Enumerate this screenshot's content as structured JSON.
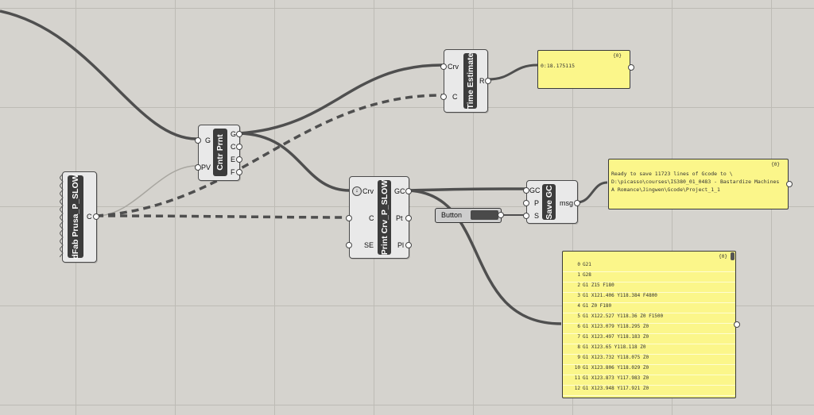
{
  "components": {
    "dfab": {
      "label": "dFab Prusa_P_SLOW",
      "out": "C"
    },
    "cntr": {
      "label": "Cntr Prnt",
      "in": [
        "G",
        "PV"
      ],
      "out": [
        "G",
        "C",
        "E",
        "F"
      ]
    },
    "time": {
      "label": "Time Estimate",
      "in": [
        "Crv",
        "C"
      ],
      "out": "R"
    },
    "print": {
      "label": "Print Crv_P_SLOW",
      "in": [
        "Crv",
        "C",
        "SE"
      ],
      "out": [
        "GC",
        "Pt",
        "Pl"
      ]
    },
    "save": {
      "label": "Save GC",
      "in": [
        "GC",
        "P",
        "S"
      ],
      "out": "msg"
    },
    "button": {
      "label": "Button"
    }
  },
  "panels": {
    "time_panel": {
      "count": "{0}",
      "value": "0:18.175115"
    },
    "msg_panel": {
      "count": "{0}",
      "lines": [
        "Ready to save 11723 lines of Gcode to \\",
        "D:\\picasso\\courses\\IS380_01_0483 - Bastardize Machines",
        "A Romance\\Jingwen\\Gcode\\Project_1_1"
      ]
    },
    "gcode_panel": {
      "count": "{0}",
      "rows": [
        {
          "i": "0",
          "v": "G21"
        },
        {
          "i": "1",
          "v": "G28"
        },
        {
          "i": "2",
          "v": "G1 Z15 F180"
        },
        {
          "i": "3",
          "v": "G1 X121.406 Y118.384 F4800"
        },
        {
          "i": "4",
          "v": "G1 Z0 F180"
        },
        {
          "i": "5",
          "v": "G1 X122.527 Y118.36 Z0 F1500"
        },
        {
          "i": "6",
          "v": "G1 X123.079 Y118.295 Z0"
        },
        {
          "i": "7",
          "v": "G1 X123.497 Y118.183 Z0"
        },
        {
          "i": "8",
          "v": "G1 X123.65 Y118.118 Z0"
        },
        {
          "i": "9",
          "v": "G1 X123.732 Y118.075 Z0"
        },
        {
          "i": "10",
          "v": "G1 X123.806 Y118.029 Z0"
        },
        {
          "i": "11",
          "v": "G1 X123.873 Y117.983 Z0"
        },
        {
          "i": "12",
          "v": "G1 X123.948 Y117.921 Z0"
        }
      ]
    }
  },
  "colors": {
    "canvas": "#d5d3ce",
    "panel": "#fbf68a",
    "wire": "#4f4f4f",
    "component": "#e9e9e9"
  }
}
